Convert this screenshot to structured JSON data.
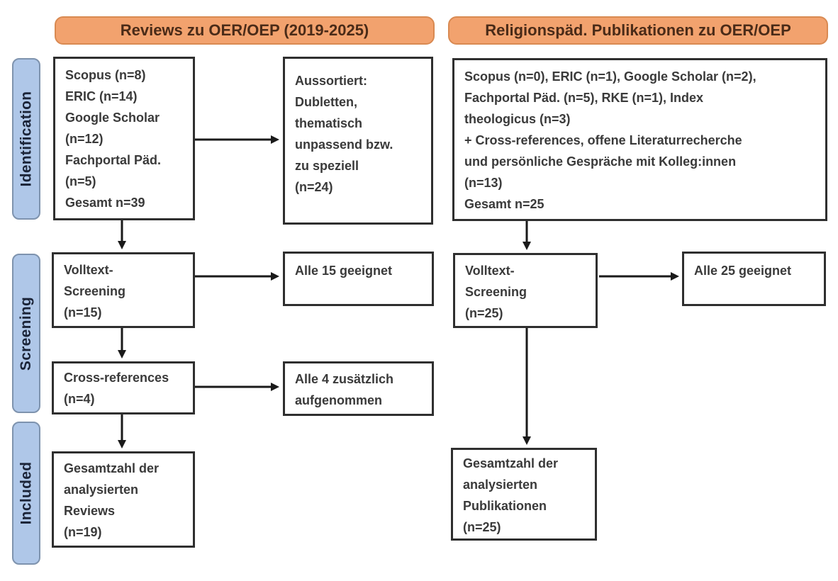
{
  "diagram": {
    "header_left": "Reviews zu OER/OEP (2019-2025)",
    "header_right": "Religionspäd. Publikationen zu OER/OEP",
    "stages": {
      "identification": "Identification",
      "screening": "Screening",
      "included": "Included"
    },
    "left": {
      "sources": "Scopus (n=8)\nERIC (n=14)\nGoogle Scholar\n(n=12)\nFachportal Päd.\n(n=5)\nGesamt n=39",
      "excluded": "Aussortiert:\nDubletten,\nthematisch\nunpassend bzw.\nzu speziell\n(n=24)",
      "fulltext": "Volltext-\nScreening\n(n=15)",
      "fulltext_result": "Alle 15 geeignet",
      "crossref": "Cross-references\n(n=4)",
      "crossref_result": "Alle 4 zusätzlich\naufgenommen",
      "total": "Gesamtzahl der\nanalysierten\nReviews\n(n=19)"
    },
    "right": {
      "sources": "Scopus (n=0), ERIC (n=1), Google Scholar (n=2),\nFachportal Päd. (n=5), RKE (n=1), Index\ntheologicus (n=3)\n+ Cross-references, offene Literaturrecherche\nund persönliche Gespräche mit Kolleg:innen\n(n=13)\nGesamt n=25",
      "fulltext": "Volltext-\nScreening\n(n=25)",
      "fulltext_result": "Alle 25 geeignet",
      "total": "Gesamtzahl der\nanalysierten\nPublikationen\n(n=25)"
    },
    "colors": {
      "header_fill": "#F2A26E",
      "header_border": "#D98A52",
      "header_text": "#4A2B18",
      "stage_fill": "#AFC7E8",
      "stage_border": "#7E93AE",
      "stage_text": "#1B2438",
      "box_border": "#2F2F2F",
      "box_text": "#3A3A3A",
      "arrow": "#1A1A1A",
      "canvas_bg": "#FFFFFF"
    }
  }
}
